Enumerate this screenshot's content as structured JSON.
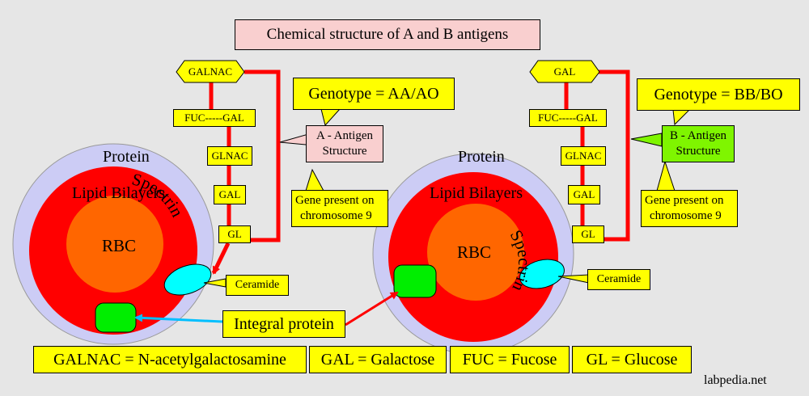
{
  "title": "Chemical structure of A and B antigens",
  "left": {
    "chain": [
      "GALNAC",
      "FUC-----GAL",
      "GLNAC",
      "GAL",
      "GL"
    ],
    "genotype": "Genotype = AA/AO",
    "antigen_line1": "A - Antigen",
    "antigen_line2": "Structure",
    "gene_line1": "Gene present on",
    "gene_line2": "chromosome 9",
    "protein": "Protein",
    "lipid": "Lipid Bilayers",
    "rbc": "RBC",
    "spectrin": "Spectrin",
    "ceramide": "Ceramide"
  },
  "right": {
    "chain": [
      "GAL",
      "FUC-----GAL",
      "GLNAC",
      "GAL",
      "GL"
    ],
    "genotype": "Genotype = BB/BO",
    "antigen_line1": "B - Antigen",
    "antigen_line2": "Structure",
    "gene_line1": "Gene present on",
    "gene_line2": "chromosome 9",
    "protein": "Protein",
    "lipid": "Lipid Bilayers",
    "rbc": "RBC",
    "spectrin": "Spectrin",
    "ceramide": "Ceramide"
  },
  "integral_protein": "Integral protein",
  "legend": [
    "GALNAC = N-acetylgalactosamine",
    "GAL = Galactose",
    "FUC = Fucose",
    "GL = Glucose"
  ],
  "watermark": "labpedia.net",
  "colors": {
    "background": "#e6e6e6",
    "outer_ring": "#ccccf5",
    "lipid": "#ff0000",
    "rbc": "#ff6600",
    "ceramide": "#00ffff",
    "integral_protein": "#00ee00",
    "callout_yellow": "#ffff00",
    "antigen_a": "#f9cfcf",
    "antigen_b": "#7ff500",
    "chain_line": "#ff0000",
    "arrow_blue": "#00bfff"
  }
}
